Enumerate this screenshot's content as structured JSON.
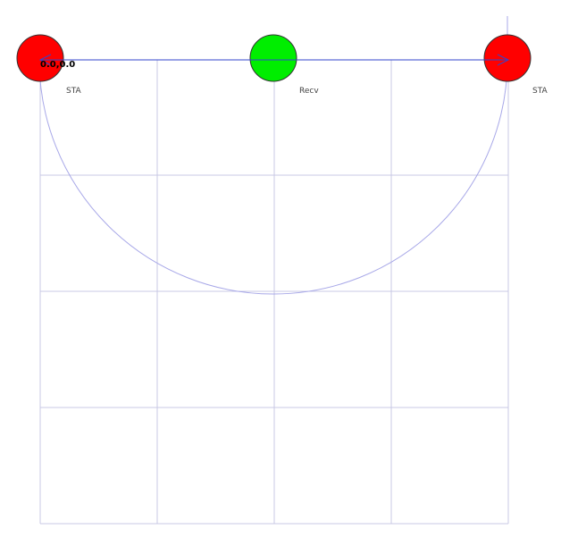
{
  "diagram": {
    "origin_label": "0.0,0.0",
    "nodes": [
      {
        "id": "sta-left",
        "label": "STA",
        "color": "#ff0000"
      },
      {
        "id": "recv",
        "label": "Recv",
        "color": "#00ee00"
      },
      {
        "id": "sta-right",
        "label": "STA",
        "color": "#ff0000"
      }
    ],
    "colors": {
      "grid": "#c8c8e4",
      "arc": "#a8a8e8",
      "link": "#3344cc",
      "node_stroke": "#333333",
      "label": "#444444",
      "origin": "#000000"
    }
  }
}
